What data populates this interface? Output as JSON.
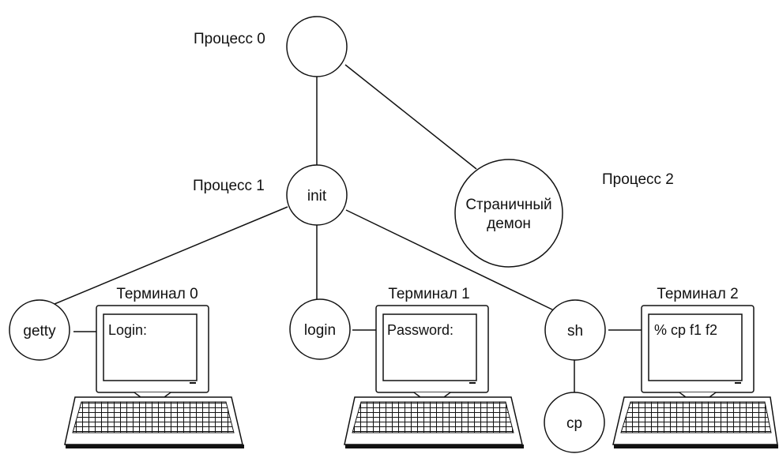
{
  "labels": {
    "process0": "Процесс 0",
    "process1": "Процесс 1",
    "process2": "Процесс 2"
  },
  "nodes": {
    "init": "init",
    "daemon_line1": "Страничный",
    "daemon_line2": "демон",
    "getty": "getty",
    "login": "login",
    "sh": "sh",
    "cp": "cp"
  },
  "terminals": [
    {
      "title": "Терминал 0",
      "screen_text": "Login:"
    },
    {
      "title": "Терминал 1",
      "screen_text": "Password:"
    },
    {
      "title": "Терминал 2",
      "screen_text": "% cp f1 f2"
    }
  ]
}
